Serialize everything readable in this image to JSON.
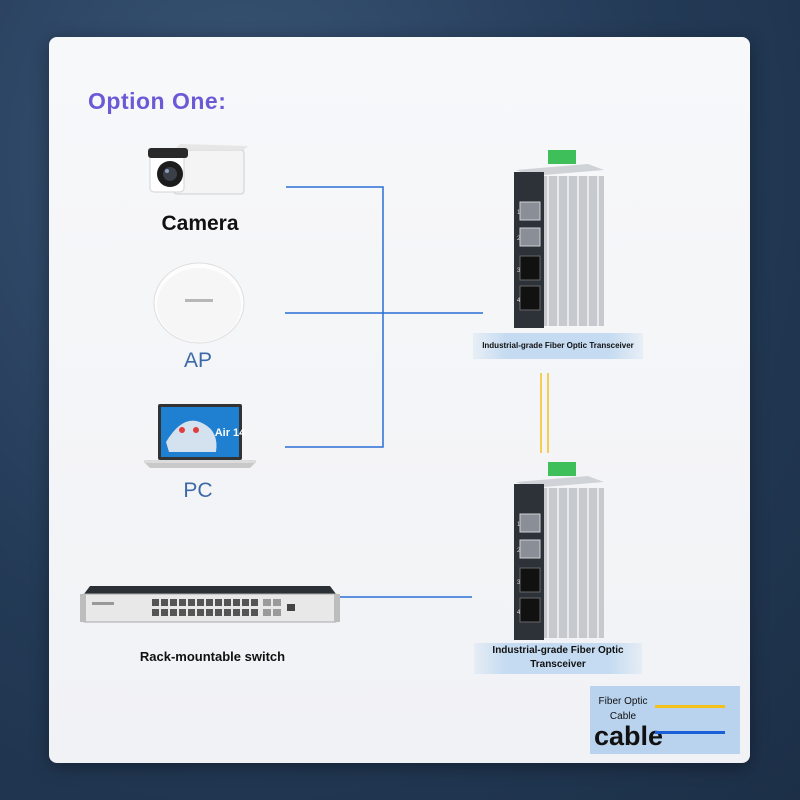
{
  "title": "Option One:",
  "devices": {
    "camera": "Camera",
    "ap": "AP",
    "pc": "PC",
    "switch": "Rack-mountable switch",
    "laptop_screen_text": "Air 14"
  },
  "transceiver_top_label": "Industrial-grade Fiber Optic Transceiver",
  "transceiver_bottom_label_line1": "Industrial-grade Fiber Optic",
  "transceiver_bottom_label_line2": "Transceiver",
  "legend": {
    "fiber_line1": "Fiber Optic",
    "fiber_line2": "Cable",
    "cable": "cable",
    "fiber_color": "#f2c21b",
    "cable_color": "#1a5fd6"
  },
  "port_numbers": [
    "1",
    "2",
    "3",
    "4"
  ]
}
